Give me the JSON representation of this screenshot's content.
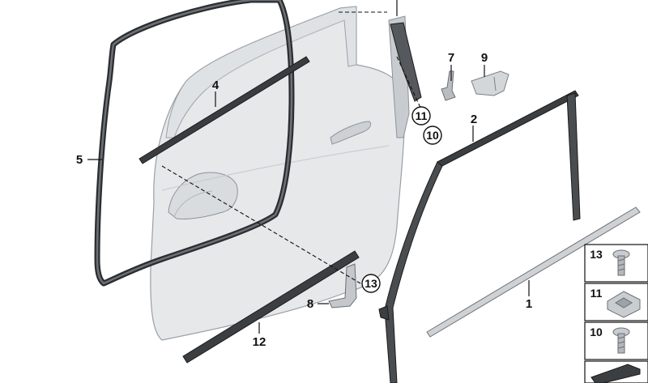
{
  "diagram": {
    "callouts": {
      "c1": "1",
      "c2": "2",
      "c4": "4",
      "c5": "5",
      "c7": "7",
      "c8": "8",
      "c9": "9",
      "c10": "10",
      "c11": "11",
      "c12": "12",
      "c13": "13"
    },
    "legend": {
      "items": [
        {
          "num": "13",
          "icon": "screw-icon"
        },
        {
          "num": "11",
          "icon": "clip-nut-icon"
        },
        {
          "num": "10",
          "icon": "screw-icon"
        }
      ]
    }
  },
  "colors": {
    "door_fill": "#e6e8ea",
    "seal_fill": "#4a4d50",
    "line": "#1a1a1a"
  }
}
